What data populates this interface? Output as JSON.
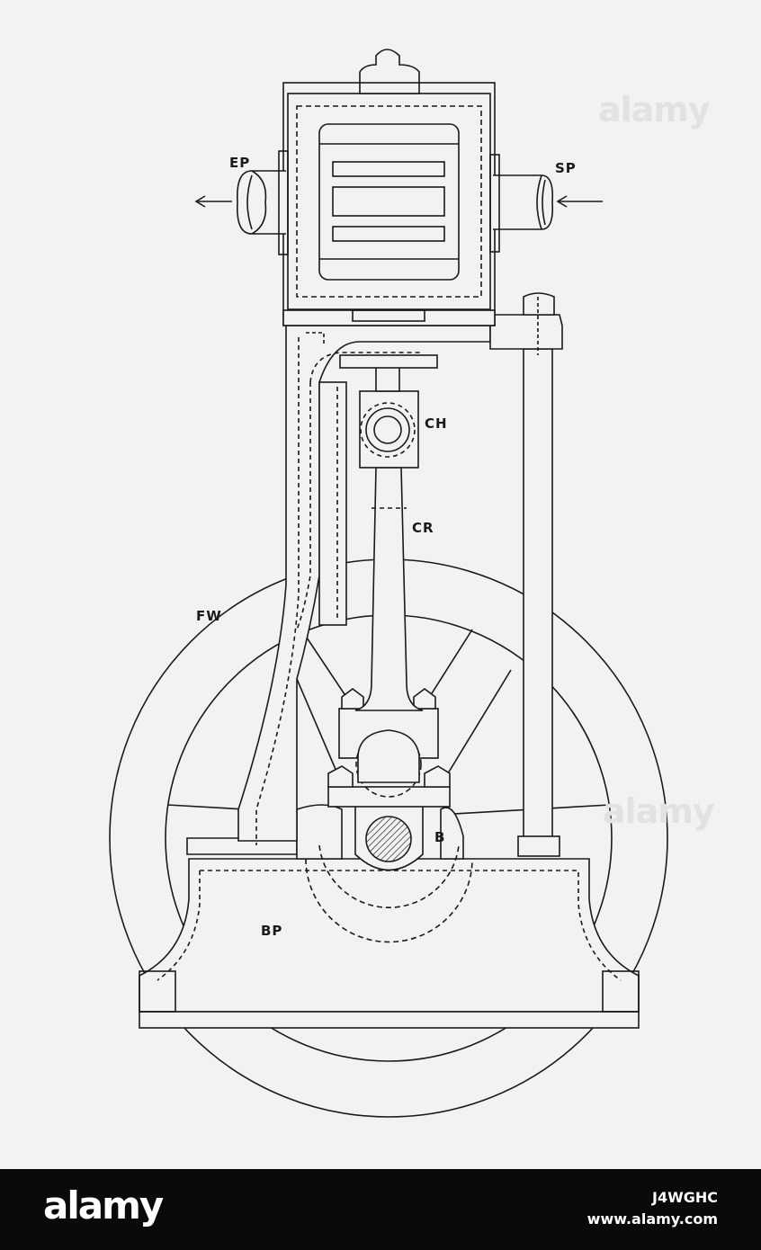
{
  "labels": {
    "ep": "EP",
    "sp": "SP",
    "ch": "CH",
    "cr": "CR",
    "fw": "FW",
    "b": "B",
    "bp": "BP"
  },
  "watermark": {
    "text": "alamy"
  },
  "footer": {
    "logo": "alamy",
    "image_id": "J4WGHC",
    "site": "www.alamy.com"
  },
  "colors": {
    "ink": "#1a1a1a",
    "paper": "#f2f2f2",
    "footer_bg": "#0a0a0a"
  }
}
